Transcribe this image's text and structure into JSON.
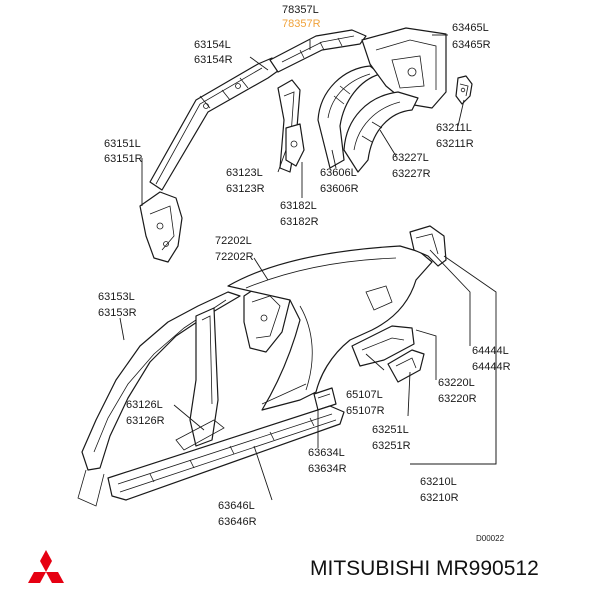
{
  "colors": {
    "highlight": "#f0a23a",
    "ink": "#1a1a1a",
    "logo": "#e60012"
  },
  "callouts": [
    {
      "id": "c78357",
      "lines": [
        "78357L",
        "78357R"
      ],
      "highlight_line": 1
    },
    {
      "id": "c63465",
      "lines": [
        "63465L",
        "63465R"
      ]
    },
    {
      "id": "c63154",
      "lines": [
        "63154L",
        "63154R"
      ]
    },
    {
      "id": "c63211",
      "lines": [
        "63211L",
        "63211R"
      ]
    },
    {
      "id": "c63151",
      "lines": [
        "63151L",
        "63151R"
      ]
    },
    {
      "id": "c63123",
      "lines": [
        "63123L",
        "63123R"
      ]
    },
    {
      "id": "c63606",
      "lines": [
        "63606L",
        "63606R"
      ]
    },
    {
      "id": "c63227",
      "lines": [
        "63227L",
        "63227R"
      ]
    },
    {
      "id": "c63182",
      "lines": [
        "63182L",
        "63182R"
      ]
    },
    {
      "id": "c72202",
      "lines": [
        "72202L",
        "72202R"
      ]
    },
    {
      "id": "c63153",
      "lines": [
        "63153L",
        "63153R"
      ]
    },
    {
      "id": "c64444",
      "lines": [
        "64444L",
        "64444R"
      ]
    },
    {
      "id": "c65107",
      "lines": [
        "65107L",
        "65107R"
      ]
    },
    {
      "id": "c63220",
      "lines": [
        "63220L",
        "63220R"
      ]
    },
    {
      "id": "c63126",
      "lines": [
        "63126L",
        "63126R"
      ]
    },
    {
      "id": "c63251",
      "lines": [
        "63251L",
        "63251R"
      ]
    },
    {
      "id": "c63634",
      "lines": [
        "63634L",
        "63634R"
      ]
    },
    {
      "id": "c63210",
      "lines": [
        "63210L",
        "63210R"
      ]
    },
    {
      "id": "c63646",
      "lines": [
        "63646L",
        "63646R"
      ]
    }
  ],
  "diagram_code": "D00022",
  "brand": "MITSUBISHI MR990512",
  "logo_icon": "mitsubishi-three-diamonds-logo"
}
